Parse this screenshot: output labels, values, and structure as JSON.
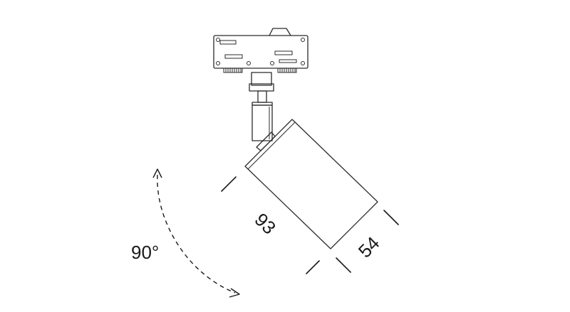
{
  "dimensions": {
    "length": "93",
    "diameter": "54"
  },
  "rotation": {
    "angle": "90°"
  },
  "colors": {
    "line": "#2b2b2b",
    "background": "#ffffff"
  }
}
